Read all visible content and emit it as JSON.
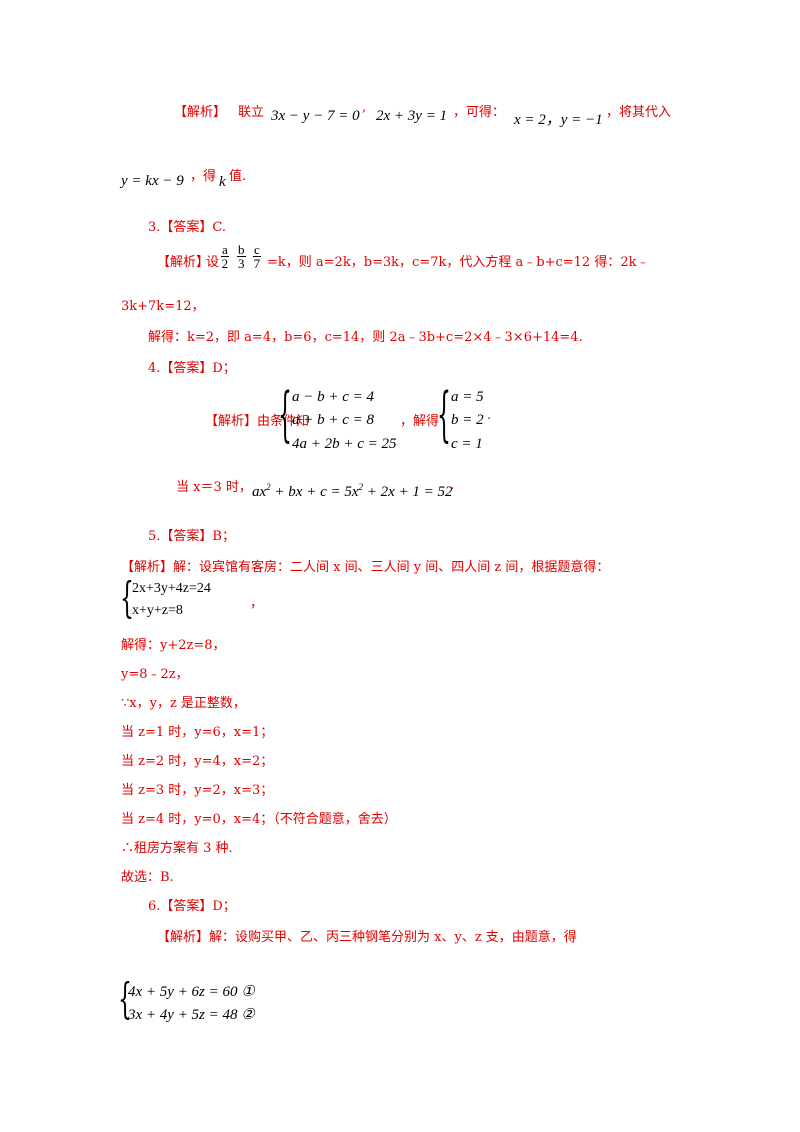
{
  "q2": {
    "analysis_label": "【解析】",
    "text_lianli": "联立",
    "eq1": "3x − y − 7 = 0",
    "eq2": "2x + 3y = 1",
    "text_kede": "，可得：",
    "solution": "x = 2，y = −1",
    "text_daiju": "，将其代入",
    "eq3": "y = kx − 9",
    "text_de": "，得",
    "var_k": "k",
    "text_zhi": "值."
  },
  "q3": {
    "answer": "3.【答案】C.",
    "analysis_label": "【解析】",
    "text_she": "设",
    "frac_a": "a",
    "frac_2": "2",
    "frac_b": "b",
    "frac_3": "3",
    "frac_c": "c",
    "frac_7": "7",
    "line1_rest": "=k，则 a=2k，b=3k，c=7k，代入方程 a﹣b+c=12 得：2k﹣",
    "line2": "3k+7k=12，",
    "line3": "解得：k=2，即 a=4，b=6，c=14，则 2a﹣3b+c=2×4﹣3×6+14=4."
  },
  "q4": {
    "answer": "4.【答案】D；",
    "analysis_label": "【解析】",
    "text_tiaojian": "由条件知",
    "sys1": [
      "a − b + c = 4",
      "a + b + c = 8",
      "4a + 2b + c = 25"
    ],
    "text_jiede": "，解得",
    "sys2": [
      "a = 5",
      "b = 2",
      "c = 1"
    ],
    "dot": ".",
    "when": "当 x＝3 时，",
    "expr_a": "ax",
    "expr_b": " + bx + c = 5x",
    "expr_c": " + 2x + 1 = 52",
    "sup2": "2",
    "dot2": "."
  },
  "q5": {
    "answer": "5.【答案】B；",
    "analysis_label": "【解析】",
    "intro": "解：设宾馆有客房：二人间 x 间、三人间 y 间、四人间 z 间，根据题意得：",
    "sys": [
      "2x+3y+4z=24",
      "x+y+z=8"
    ],
    "comma": "，",
    "lines": [
      "解得：y+2z=8，",
      "y=8﹣2z，",
      "∵x，y，z 是正整数，",
      "当 z=1 时，y=6，x=1；",
      "当 z=2 时，y=4，x=2；",
      "当 z=3 时，y=2，x=3；",
      "当 z=4 时，y=0，x=4；（不符合题意，舍去）",
      "∴租房方案有 3 种.",
      "故选：B."
    ]
  },
  "q6": {
    "answer": "6.【答案】D；",
    "analysis_label": "【解析】",
    "intro": "解：设购买甲、乙、丙三种钢笔分别为 x、y、z 支，由题意，得",
    "sys": [
      "4x + 5y + 6z = 60 ①",
      "3x + 4y + 5z = 48 ②"
    ]
  }
}
